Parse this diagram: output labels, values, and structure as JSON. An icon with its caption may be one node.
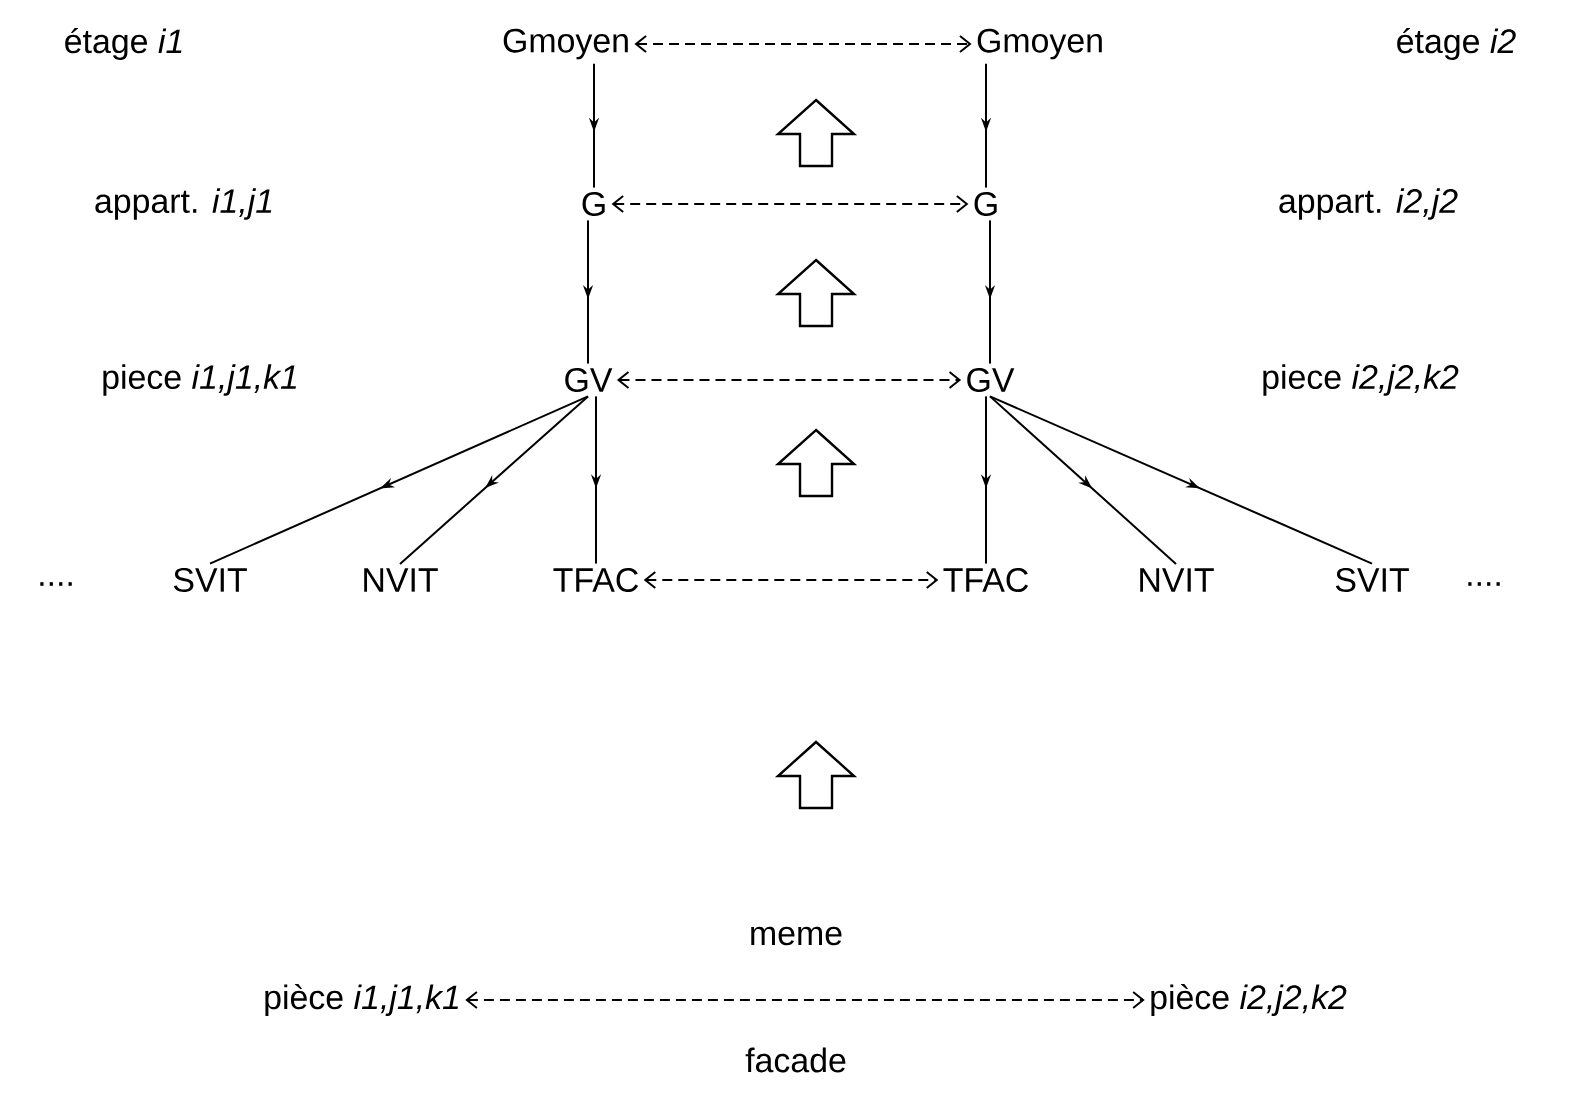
{
  "diagram": {
    "nodes": [
      {
        "text": [
          "Gmoyen"
        ]
      },
      {
        "text": [
          "Gmoyen"
        ]
      },
      {
        "text": [
          "G"
        ]
      },
      {
        "text": [
          "G"
        ]
      },
      {
        "text": [
          "GV"
        ]
      },
      {
        "text": [
          "GV"
        ]
      },
      {
        "text": [
          "SVIT"
        ]
      },
      {
        "text": [
          "NVIT"
        ]
      },
      {
        "text": [
          "TFAC"
        ]
      },
      {
        "text": [
          "TFAC"
        ]
      },
      {
        "text": [
          "NVIT"
        ]
      },
      {
        "text": [
          "SVIT"
        ]
      },
      {
        "text": [
          "pièce *i1,j1,k1*"
        ]
      },
      {
        "text": [
          "pièce *i2,j2,k2*"
        ]
      }
    ],
    "edges": [
      {
        "from": 0,
        "to": 1,
        "arrow": "both",
        "style": "dashed"
      },
      {
        "from": 0,
        "to": 2,
        "arrow": "to"
      },
      {
        "from": 1,
        "to": 3,
        "arrow": "to"
      },
      {
        "from": 2,
        "to": 3,
        "arrow": "both",
        "style": "dashed"
      },
      {
        "from": 2,
        "to": 4,
        "arrow": "to"
      },
      {
        "from": 3,
        "to": 5,
        "arrow": "to"
      },
      {
        "from": 4,
        "to": 5,
        "arrow": "both",
        "style": "dashed"
      },
      {
        "from": 4,
        "to": 6,
        "arrow": "to"
      },
      {
        "from": 4,
        "to": 7,
        "arrow": "to"
      },
      {
        "from": 4,
        "to": 8,
        "arrow": "to"
      },
      {
        "from": 5,
        "to": 9,
        "arrow": "to"
      },
      {
        "from": 5,
        "to": 10,
        "arrow": "to"
      },
      {
        "from": 5,
        "to": 11,
        "arrow": "to"
      },
      {
        "from": 8,
        "to": 9,
        "arrow": "both",
        "style": "dashed"
      },
      {
        "from": 12,
        "to": 13,
        "arrow": "both",
        "style": "dashed"
      }
    ],
    "labels": [
      "étage *i1*",
      "étage *i2*",
      "appart. *i1,j1*",
      "appart. *i2,j2*",
      "piece *i1,j1,k1*",
      "piece *i2,j2,k2*",
      "....",
      "....",
      "meme",
      "facade"
    ]
  }
}
